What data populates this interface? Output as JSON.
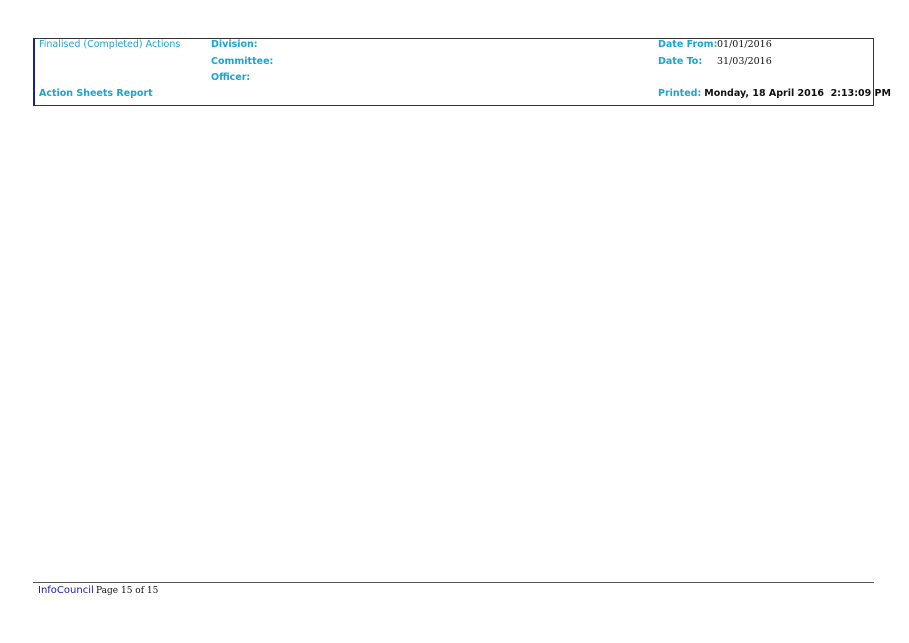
{
  "header": {
    "report_status": "Finalised (Completed) Actions",
    "report_title": "Action Sheets Report",
    "division_label": "Division:",
    "committee_label": "Committee:",
    "officer_label": "Officer:",
    "date_from_label": "Date From:",
    "date_from_value": "01/01/2016",
    "date_to_label": "Date To:",
    "date_to_value": "31/03/2016",
    "printed_label": "Printed:",
    "printed_value": "Monday, 18 April 2016  2:13:09 PM"
  },
  "footer": {
    "brand": "InfoCouncil",
    "page_text": "Page 15 of 15"
  },
  "colors": {
    "label_accent": "#1aa3d4",
    "brand": "#1a1aa6"
  }
}
